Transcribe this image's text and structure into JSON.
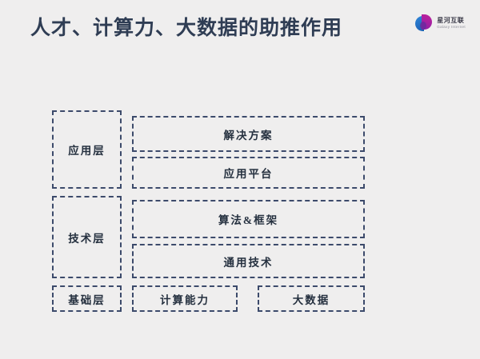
{
  "page": {
    "background_color": "#efeeee",
    "title": "人才、计算力、大数据的助推作用"
  },
  "logo": {
    "name_cn": "星河互联",
    "name_en": "Galaxy Internet",
    "mark_color_left": "#2f86d8",
    "mark_color_right": "#c0209a"
  },
  "diagram": {
    "border_color": "#3c4a6b",
    "text_color": "#25303f",
    "layers": [
      {
        "key": "application",
        "label": "应用层",
        "items": [
          {
            "key": "solution",
            "label": "解决方案"
          },
          {
            "key": "platform",
            "label": "应用平台"
          }
        ]
      },
      {
        "key": "technology",
        "label": "技术层",
        "items": [
          {
            "key": "algorithm",
            "label": "算法&框架"
          },
          {
            "key": "general",
            "label": "通用技术"
          }
        ]
      },
      {
        "key": "infrastructure",
        "label": "基础层",
        "items": [
          {
            "key": "compute",
            "label": "计算能力"
          },
          {
            "key": "bigdata",
            "label": "大数据"
          }
        ]
      }
    ]
  }
}
